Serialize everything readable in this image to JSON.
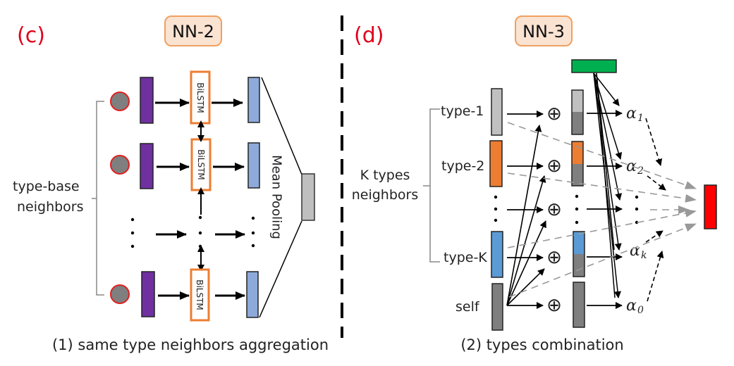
{
  "colors": {
    "panel_label": "#e0001a",
    "badge_fill": "#fbe3d2",
    "badge_stroke": "#f0a060",
    "node_fill": "#7f7f7f",
    "node_stroke": "#e02020",
    "embed_purple": "#7030a0",
    "bilstm_stroke": "#ed7d31",
    "output_blue": "#8eaadb",
    "pool_gray": "#bfbfbf",
    "type1_gray": "#c0c0c0",
    "type2_orange": "#ed7d31",
    "typek_blue": "#5b9bd5",
    "self_gray": "#7f7f7f",
    "attention_green": "#00b050",
    "final_red": "#ff0000",
    "dashed_gray": "#999999"
  },
  "panel_c": {
    "label": "(c)",
    "badge": "NN-2",
    "group_label_line1": "type-base",
    "group_label_line2": "neighbors",
    "bilstm_label": "BiLSTM",
    "pooling_label": "Mean Pooling",
    "caption": "(1) same type neighbors aggregation"
  },
  "panel_d": {
    "label": "(d)",
    "badge": "NN-3",
    "group_label_line1": "K types",
    "group_label_line2": "neighbors",
    "rows": [
      {
        "label": "type-1",
        "alpha": "α",
        "sub": "1"
      },
      {
        "label": "type-2",
        "alpha": "α",
        "sub": "2"
      },
      {
        "label": "",
        "alpha": "",
        "sub": ""
      },
      {
        "label": "type-K",
        "alpha": "α",
        "sub": "k"
      },
      {
        "label": "self",
        "alpha": "α",
        "sub": "0"
      }
    ],
    "plus_symbol": "⊕",
    "caption": "(2) types combination"
  }
}
